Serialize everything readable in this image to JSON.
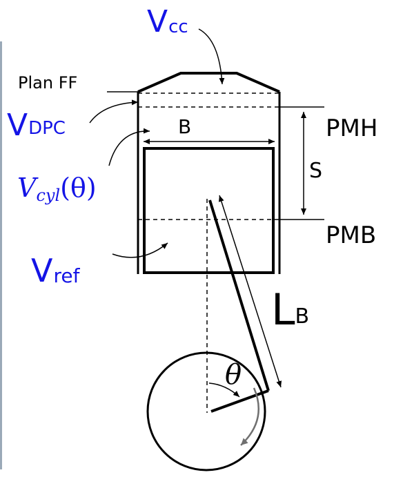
{
  "labels": {
    "vcc": {
      "main": "V",
      "sub": "cc"
    },
    "plan_ff": "Plan FF",
    "vdpc": {
      "main": "V",
      "sub": "DPC"
    },
    "bore": "B",
    "pmh": "PMH",
    "stroke": "S",
    "vcyl": {
      "main": "V",
      "sub": "cyl",
      "arg": "(θ)"
    },
    "pmb": "PMB",
    "vref": {
      "main": "V",
      "sub": "ref"
    },
    "lb": {
      "main": "L",
      "sub": "B"
    },
    "theta": "θ"
  },
  "colors": {
    "ink": "#000000",
    "accent": "#1414e6",
    "rotation_arrow": "#707070"
  }
}
